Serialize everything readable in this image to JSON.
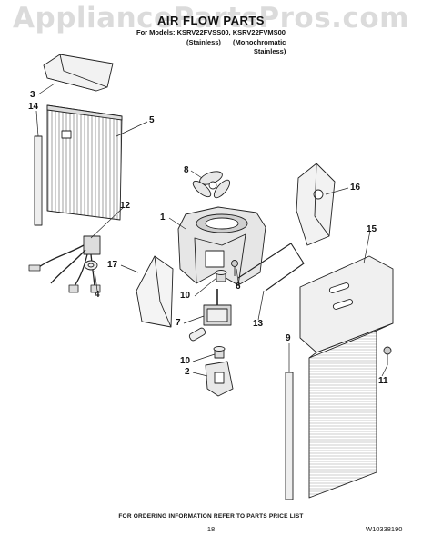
{
  "watermark": "AppliancePartsPros.com",
  "header": {
    "title": "AIR FLOW PARTS",
    "models": "For Models: KSRV22FVSS00, KSRV22FVMS00",
    "variant_1": "(Stainless)",
    "variant_2_line1": "(Monochromatic",
    "variant_2_line2": "Stainless)"
  },
  "callouts": [
    "1",
    "2",
    "3",
    "4",
    "5",
    "6",
    "7",
    "8",
    "9",
    "10",
    "10",
    "11",
    "12",
    "13",
    "14",
    "15",
    "16",
    "17"
  ],
  "footer": {
    "note": "FOR ORDERING INFORMATION REFER TO PARTS PRICE LIST",
    "page_number": "18",
    "document_number": "W10338190"
  }
}
